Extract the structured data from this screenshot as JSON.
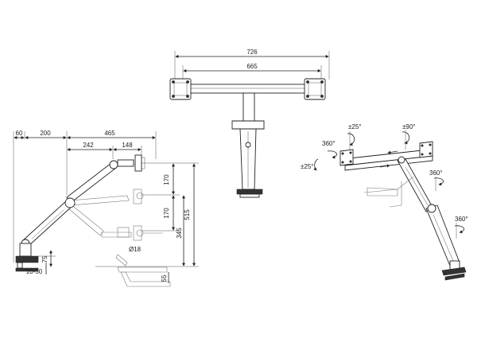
{
  "top_view": {
    "dims": [
      "726",
      "665"
    ]
  },
  "side_view": {
    "horizontal_dims": [
      "60",
      "200",
      "465",
      "242",
      "148"
    ],
    "vertical_dims": [
      "170",
      "170",
      "515",
      "345",
      "75",
      "55"
    ],
    "clamp_range": "10-50",
    "pole_diameter": "Ø18"
  },
  "iso_view": {
    "rotation_labels": [
      "±25°",
      "±90°",
      "360°",
      "±25°",
      "360°",
      "360°"
    ]
  }
}
